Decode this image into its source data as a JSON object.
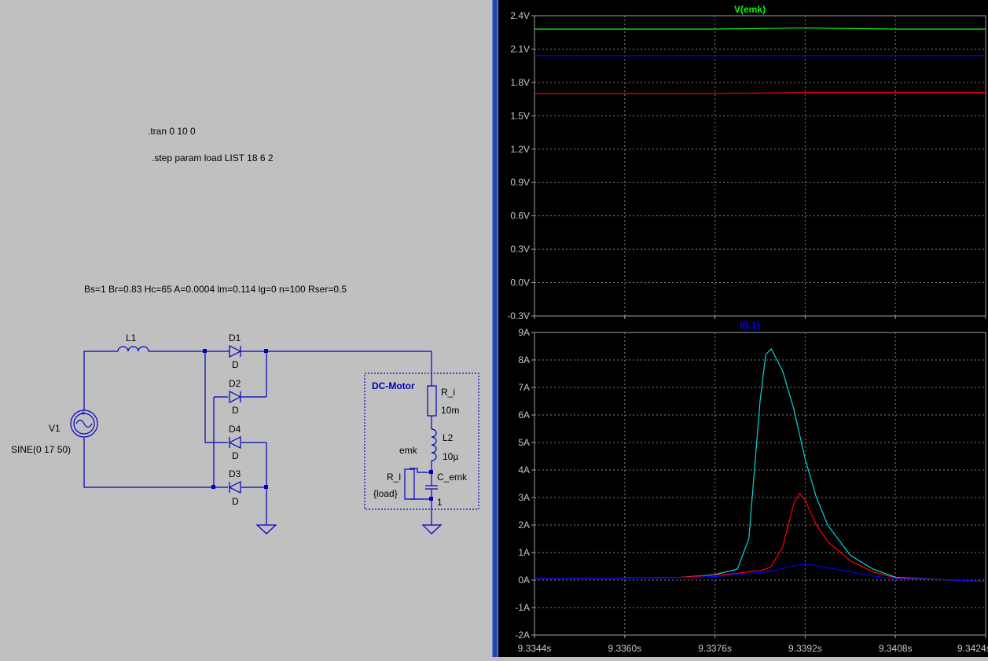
{
  "schematic": {
    "directives": {
      "tran": ".tran 0 10 0",
      "step": ".step param load LIST 18 6 2",
      "core": "Bs=1 Br=0.83 Hc=65 A=0.0004 lm=0.114 lg=0 n=100 Rser=0.5"
    },
    "components": {
      "L1": "L1",
      "V1": "V1",
      "V1_value": "SINE(0 17 50)",
      "D1": "D1",
      "D2": "D2",
      "D3": "D3",
      "D4": "D4",
      "diode_model": "D",
      "motor_box": "DC-Motor",
      "R_i": "R_i",
      "R_i_value": "10m",
      "L2": "L2",
      "L2_value": "10µ",
      "emk": "emk",
      "C_emk": "C_emk",
      "C_emk_value": "1",
      "R_l": "R_l",
      "R_l_value": "{load}"
    }
  },
  "plots": {
    "top": {
      "title": "V(emk)",
      "y_ticks": [
        "2.4V",
        "2.1V",
        "1.8V",
        "1.5V",
        "1.2V",
        "0.9V",
        "0.6V",
        "0.3V",
        "0.0V",
        "-0.3V"
      ]
    },
    "bottom": {
      "title": "I(L1)",
      "y_ticks": [
        "9A",
        "8A",
        "7A",
        "6A",
        "5A",
        "4A",
        "3A",
        "2A",
        "1A",
        "0A",
        "-1A",
        "-2A"
      ]
    },
    "x_ticks": [
      "9.3344s",
      "9.3360s",
      "9.3376s",
      "9.3392s",
      "9.3408s",
      "9.3424s"
    ]
  },
  "colors": {
    "green": "#00ff00",
    "blue": "#0000ff",
    "red": "#ff0000",
    "cyan": "#00d8d8",
    "wire": "#0000c0",
    "grid": "#808080"
  },
  "chart_data": [
    {
      "type": "line",
      "title": "V(emk)",
      "xlabel": "",
      "ylabel": "",
      "xlim": [
        9.3344,
        9.3424
      ],
      "ylim": [
        -0.3,
        2.4
      ],
      "grid": true,
      "x": [
        9.3344,
        9.336,
        9.3376,
        9.3392,
        9.3408,
        9.3424
      ],
      "series": [
        {
          "color": "#00ff00",
          "values": [
            2.28,
            2.28,
            2.28,
            2.29,
            2.28,
            2.28
          ]
        },
        {
          "color": "#0000ff",
          "values": [
            2.04,
            2.04,
            2.04,
            2.04,
            2.04,
            2.04
          ]
        },
        {
          "color": "#ff0000",
          "values": [
            1.7,
            1.7,
            1.7,
            1.71,
            1.71,
            1.71
          ]
        }
      ]
    },
    {
      "type": "line",
      "title": "I(L1)",
      "xlabel": "",
      "ylabel": "",
      "xlim": [
        9.3344,
        9.3424
      ],
      "ylim": [
        -2,
        9
      ],
      "grid": true,
      "x": [
        9.3344,
        9.336,
        9.337,
        9.3376,
        9.338,
        9.3382,
        9.3384,
        9.3385,
        9.3386,
        9.3388,
        9.339,
        9.3391,
        9.3392,
        9.3394,
        9.3396,
        9.34,
        9.3404,
        9.3408,
        9.3416,
        9.3424
      ],
      "series": [
        {
          "color": "#00d8d8",
          "values": [
            0.05,
            0.07,
            0.1,
            0.2,
            0.4,
            1.5,
            6.5,
            8.2,
            8.4,
            7.6,
            6.2,
            5.3,
            4.4,
            3.0,
            2.0,
            0.9,
            0.4,
            0.1,
            0.02,
            -0.05
          ]
        },
        {
          "color": "#ff0000",
          "values": [
            0.05,
            0.07,
            0.1,
            0.18,
            0.25,
            0.3,
            0.35,
            0.4,
            0.5,
            1.2,
            2.8,
            3.15,
            2.9,
            2.0,
            1.4,
            0.7,
            0.3,
            0.08,
            0.02,
            -0.05
          ]
        },
        {
          "color": "#0000ff",
          "values": [
            0.05,
            0.07,
            0.09,
            0.13,
            0.2,
            0.24,
            0.27,
            0.3,
            0.33,
            0.42,
            0.52,
            0.56,
            0.58,
            0.52,
            0.45,
            0.3,
            0.15,
            0.05,
            0.02,
            -0.05
          ]
        }
      ]
    }
  ]
}
